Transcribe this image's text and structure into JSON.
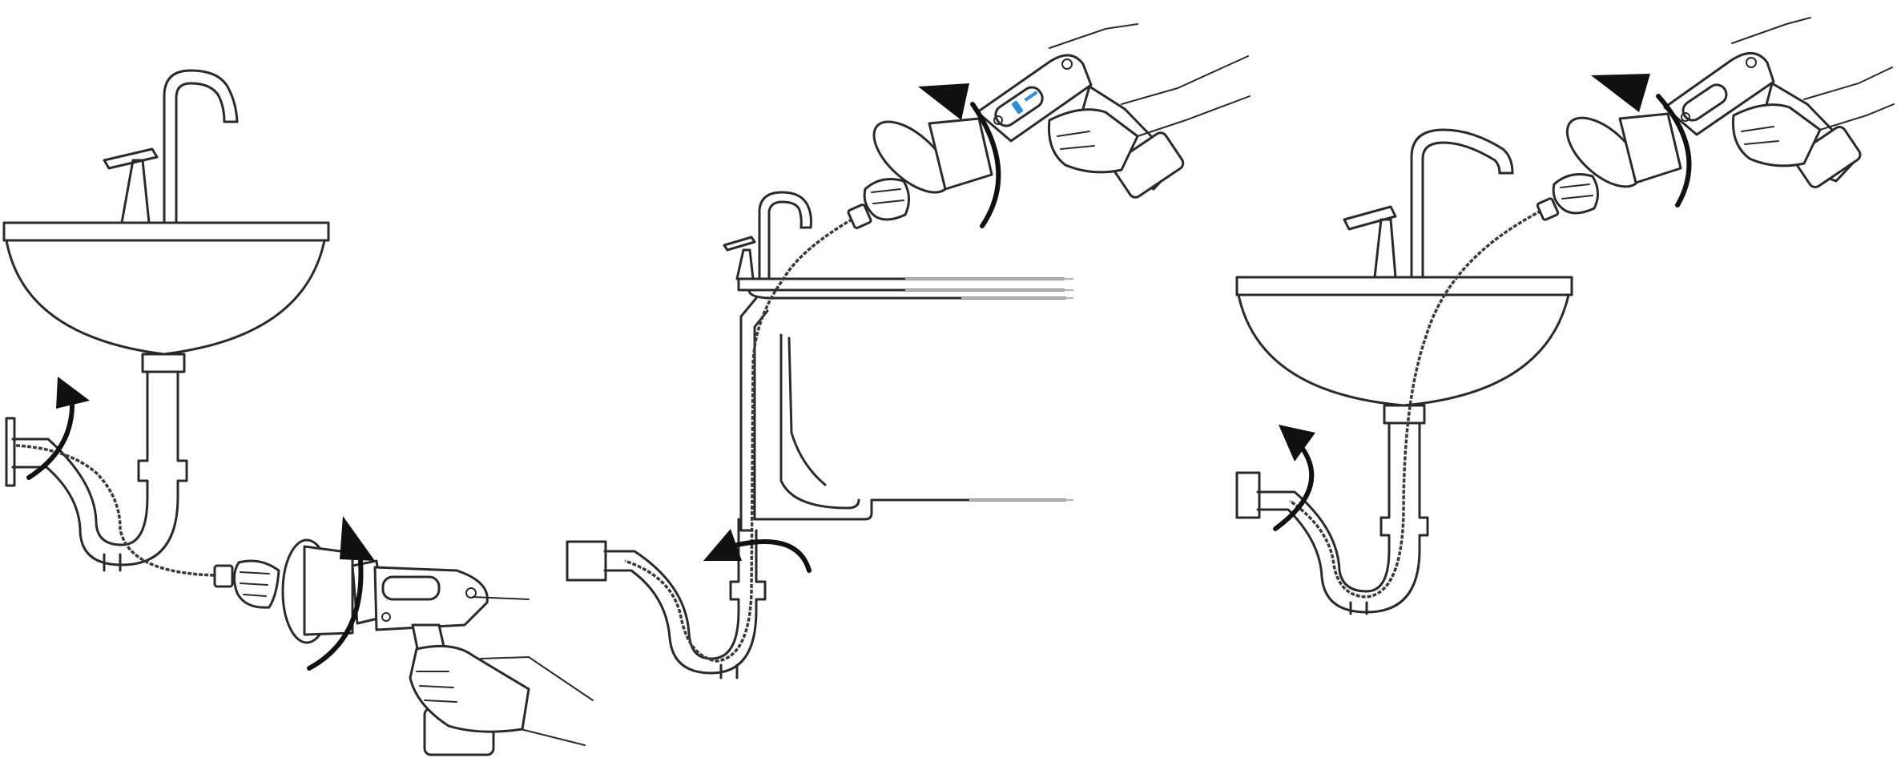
{
  "figure": {
    "panels": [
      {
        "name": "panel-1",
        "description_key": "sink-trap-from-below"
      },
      {
        "name": "panel-2",
        "description_key": "bathtub-drain"
      },
      {
        "name": "panel-3",
        "description_key": "sink-from-above"
      }
    ],
    "colors": {
      "line": "#2a2a2a",
      "arrow": "#111111",
      "logo_accent": "#2a8fd8",
      "background": "#ffffff"
    },
    "icons": [
      "curved-arrow-icon",
      "drain-auger-icon",
      "gloved-hand-icon",
      "faucet-icon",
      "p-trap-icon"
    ]
  }
}
